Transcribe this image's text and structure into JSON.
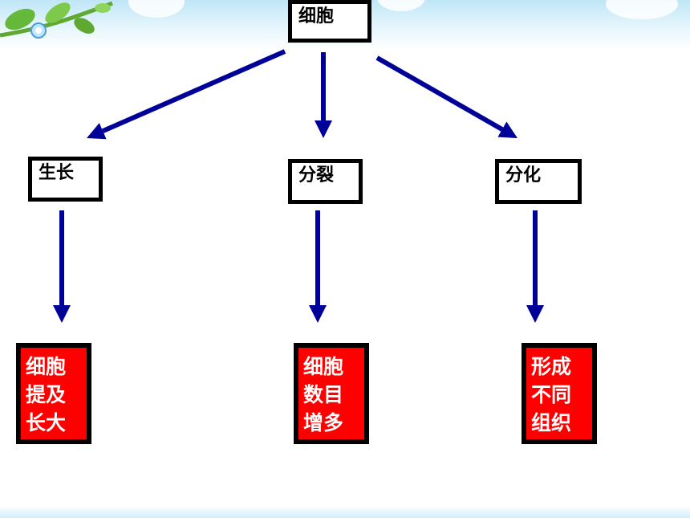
{
  "root": {
    "label": "细胞"
  },
  "branches": [
    {
      "label": "生长",
      "result": [
        "细胞",
        "提及",
        "长大"
      ]
    },
    {
      "label": "分裂",
      "result": [
        "细胞",
        "数目",
        "增多"
      ]
    },
    {
      "label": "分化",
      "result": [
        "形成",
        "不同",
        "组织"
      ]
    }
  ],
  "colors": {
    "arrow": "#000099",
    "result_fill": "#ff0000",
    "result_text": "#ffffff",
    "border": "#000000"
  },
  "icons": [
    "vine-leaf-icon",
    "snail-icon",
    "cloud-icon"
  ]
}
